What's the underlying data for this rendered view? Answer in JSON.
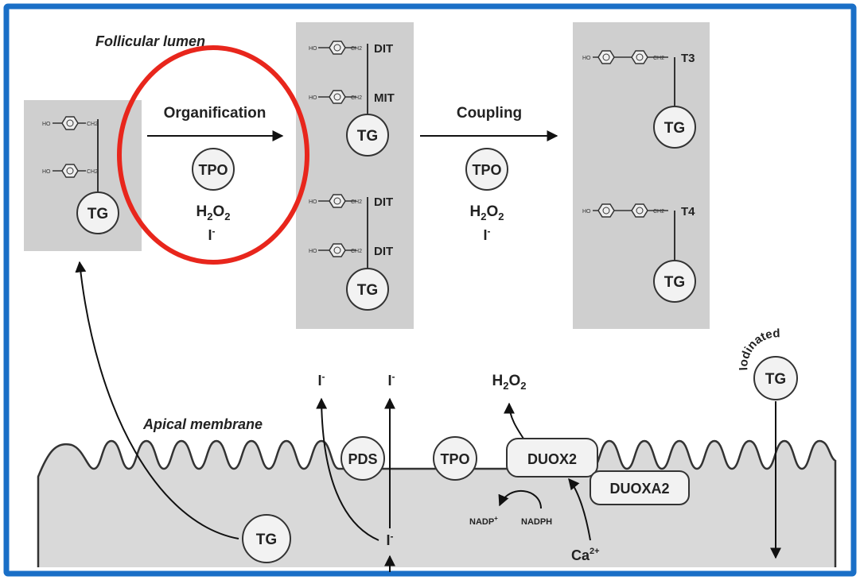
{
  "labels": {
    "follicular_lumen": "Follicular lumen",
    "apical_membrane": "Apical membrane",
    "organification": "Organification",
    "coupling": "Coupling",
    "iodinated": "Iodinated"
  },
  "molecules": {
    "tg": "TG",
    "tpo": "TPO",
    "pds": "PDS",
    "duox2": "DUOX2",
    "duoxa2": "DUOXA2",
    "h2o2_base": "H",
    "h2o2_sub1": "2",
    "h2o2_o": "O",
    "h2o2_sub2": "2",
    "iodide": "I",
    "iodide_charge": "-",
    "nadp": "NADP",
    "nadp_charge": "+",
    "nadph": "NADPH",
    "ca": "Ca",
    "ca_charge": "2+"
  },
  "residues": {
    "dit": "DIT",
    "mit": "MIT",
    "t3": "T3",
    "t4": "T4"
  },
  "ring_groups": {
    "ho": "HO",
    "ch2": "CH2"
  },
  "colors": {
    "frame_border": "#1a6fc7",
    "highlight_ellipse": "#e8261c",
    "panel_gray": "#cfcfcf",
    "cell_gray": "#d9d9d9"
  }
}
